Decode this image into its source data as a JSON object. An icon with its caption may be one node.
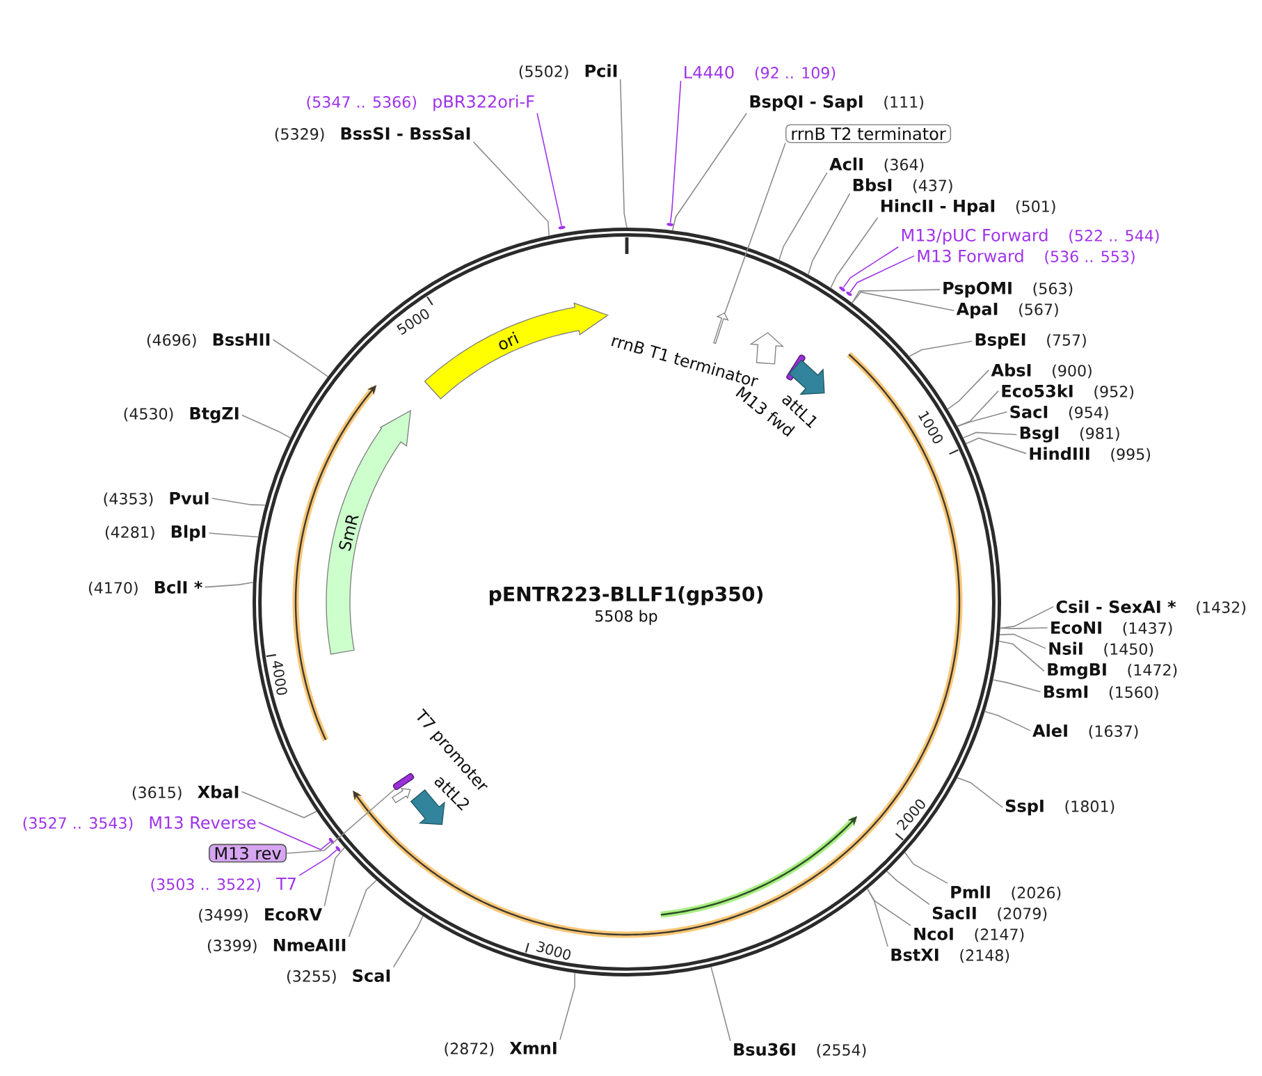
{
  "diagram": {
    "nodes": [
      {
        "text": [
          "pENTR223-BLLF1(gp350)",
          "5508 bp"
        ]
      },
      {
        "text": [
          "ori"
        ],
        "in": 0
      },
      {
        "text": [
          "rrnB T1 terminator"
        ],
        "in": 0
      },
      {
        "text": [],
        "shape": "arrow",
        "in": 0
      },
      {
        "text": [
          "M13 fwd"
        ],
        "in": 0
      },
      {
        "text": [
          "attL1"
        ],
        "in": 0
      },
      {
        "text": [
          "T7 promoter"
        ],
        "in": 0
      },
      {
        "text": [],
        "shape": "bar",
        "in": 0
      },
      {
        "text": [
          "attL2"
        ],
        "in": 0
      },
      {
        "text": [
          "SmR"
        ],
        "in": 0
      },
      {
        "text": [
          "PciI"
        ],
        "beside": [
          "(5502)"
        ]
      },
      {
        "text": [
          "L4440"
        ],
        "beside": [
          "(92 .. 109)"
        ]
      },
      {
        "text": [
          "BspQI - SapI"
        ],
        "beside": [
          "(111)"
        ]
      },
      {
        "text": [
          "rrnB T2 terminator"
        ]
      },
      {
        "text": [
          "AclI"
        ],
        "beside": [
          "(364)"
        ]
      },
      {
        "text": [
          "BbsI"
        ],
        "beside": [
          "(437)"
        ]
      },
      {
        "text": [
          "HincII - HpaI"
        ],
        "beside": [
          "(501)"
        ]
      },
      {
        "text": [
          "M13/pUC Forward"
        ],
        "beside": [
          "(522 .. 544)"
        ]
      },
      {
        "text": [
          "M13 Forward"
        ],
        "beside": [
          "(536 .. 553)"
        ]
      },
      {
        "text": [
          "PspOMI"
        ],
        "beside": [
          "(563)"
        ]
      },
      {
        "text": [
          "ApaI"
        ],
        "beside": [
          "(567)"
        ]
      },
      {
        "text": [
          "BspEI"
        ],
        "beside": [
          "(757)"
        ]
      },
      {
        "text": [
          "AbsI"
        ],
        "beside": [
          "(900)"
        ]
      },
      {
        "text": [
          "Eco53kI"
        ],
        "beside": [
          "(952)"
        ]
      },
      {
        "text": [
          "SacI"
        ],
        "beside": [
          "(954)"
        ]
      },
      {
        "text": [
          "BsgI"
        ],
        "beside": [
          "(981)"
        ]
      },
      {
        "text": [
          "HindIII"
        ],
        "beside": [
          "(995)"
        ]
      },
      {
        "text": [
          "CsiI - SexAI *"
        ],
        "beside": [
          "(1432)"
        ]
      },
      {
        "text": [
          "EcoNI"
        ],
        "beside": [
          "(1437)"
        ]
      },
      {
        "text": [
          "NsiI"
        ],
        "beside": [
          "(1450)"
        ]
      },
      {
        "text": [
          "BmgBI"
        ],
        "beside": [
          "(1472)"
        ]
      },
      {
        "text": [
          "BsmI"
        ],
        "beside": [
          "(1560)"
        ]
      },
      {
        "text": [
          "AleI"
        ],
        "beside": [
          "(1637)"
        ]
      },
      {
        "text": [
          "SspI"
        ],
        "beside": [
          "(1801)"
        ]
      },
      {
        "text": [
          "PmlI"
        ],
        "beside": [
          "(2026)"
        ]
      },
      {
        "text": [
          "SacII"
        ],
        "beside": [
          "(2079)"
        ]
      },
      {
        "text": [
          "NcoI"
        ],
        "beside": [
          "(2147)"
        ]
      },
      {
        "text": [
          "BstXI"
        ],
        "beside": [
          "(2148)"
        ]
      },
      {
        "text": [
          "Bsu36I"
        ],
        "beside": [
          "(2554)"
        ]
      },
      {
        "text": [
          "XmnI"
        ],
        "beside": [
          "(2872)"
        ]
      },
      {
        "text": [
          "ScaI"
        ],
        "beside": [
          "(3255)"
        ]
      },
      {
        "text": [
          "NmeAIII"
        ],
        "beside": [
          "(3399)"
        ]
      },
      {
        "text": [
          "EcoRV"
        ],
        "beside": [
          "(3499)"
        ]
      },
      {
        "text": [
          "T7"
        ],
        "beside": [
          "(3503 .. 3522)"
        ]
      },
      {
        "text": [
          "M13 rev"
        ]
      },
      {
        "text": [
          "M13 Reverse"
        ],
        "beside": [
          "(3527 .. 3543)"
        ]
      },
      {
        "text": [
          "XbaI"
        ],
        "beside": [
          "(3615)"
        ]
      },
      {
        "text": [
          "BclI *"
        ],
        "beside": [
          "(4170)"
        ]
      },
      {
        "text": [
          "BlpI"
        ],
        "beside": [
          "(4281)"
        ]
      },
      {
        "text": [
          "PvuI"
        ],
        "beside": [
          "(4353)"
        ]
      },
      {
        "text": [
          "BtgZI"
        ],
        "beside": [
          "(4530)"
        ]
      },
      {
        "text": [
          "BssHII"
        ],
        "beside": [
          "(4696)"
        ]
      },
      {
        "text": [
          "BssSI - BssSaI"
        ],
        "beside": [
          "(5329)"
        ]
      },
      {
        "text": [
          "pBR322ori-F"
        ],
        "beside": [
          "(5347 .. 5366)"
        ]
      },
      {
        "text": [],
        "shape": "bar"
      },
      {
        "text": [],
        "shape": "bar"
      },
      {
        "text": [],
        "shape": "bar"
      },
      {
        "text": [],
        "shape": "bar"
      },
      {
        "text": [],
        "shape": "bar"
      },
      {
        "text": [],
        "shape": "bar"
      }
    ],
    "edges": [
      {
        "from": 10,
        "to": 0,
        "arrow": "none"
      },
      {
        "from": 11,
        "to": 57,
        "arrow": "none",
        "color": "#9f33ea"
      },
      {
        "from": 12,
        "to": 0,
        "arrow": "none"
      },
      {
        "from": 13,
        "to": 3,
        "arrow": "none"
      },
      {
        "from": 14,
        "to": 0,
        "arrow": "none"
      },
      {
        "from": 15,
        "to": 0,
        "arrow": "none"
      },
      {
        "from": 16,
        "to": 0,
        "arrow": "none"
      },
      {
        "from": 17,
        "to": 58,
        "arrow": "none",
        "color": "#9f33ea"
      },
      {
        "from": 18,
        "to": 59,
        "arrow": "none",
        "color": "#9f33ea"
      },
      {
        "from": 19,
        "to": 0,
        "arrow": "none"
      },
      {
        "from": 20,
        "to": 0,
        "arrow": "none"
      },
      {
        "from": 21,
        "to": 0,
        "arrow": "none"
      },
      {
        "from": 22,
        "to": 0,
        "arrow": "none"
      },
      {
        "from": 23,
        "to": 0,
        "arrow": "none"
      },
      {
        "from": 24,
        "to": 0,
        "arrow": "none"
      },
      {
        "from": 25,
        "to": 0,
        "arrow": "none"
      },
      {
        "from": 26,
        "to": 0,
        "arrow": "none"
      },
      {
        "from": 27,
        "to": 0,
        "arrow": "none"
      },
      {
        "from": 28,
        "to": 0,
        "arrow": "none"
      },
      {
        "from": 29,
        "to": 0,
        "arrow": "none"
      },
      {
        "from": 30,
        "to": 0,
        "arrow": "none"
      },
      {
        "from": 31,
        "to": 0,
        "arrow": "none"
      },
      {
        "from": 32,
        "to": 0,
        "arrow": "none"
      },
      {
        "from": 33,
        "to": 0,
        "arrow": "none"
      },
      {
        "from": 34,
        "to": 0,
        "arrow": "none"
      },
      {
        "from": 35,
        "to": 0,
        "arrow": "none"
      },
      {
        "from": 36,
        "to": 0,
        "arrow": "none"
      },
      {
        "from": 37,
        "to": 0,
        "arrow": "none"
      },
      {
        "from": 38,
        "to": 0,
        "arrow": "none"
      },
      {
        "from": 39,
        "to": 0,
        "arrow": "none"
      },
      {
        "from": 40,
        "to": 0,
        "arrow": "none"
      },
      {
        "from": 41,
        "to": 0,
        "arrow": "none"
      },
      {
        "from": 42,
        "to": 0,
        "arrow": "none"
      },
      {
        "from": 43,
        "to": 55,
        "arrow": "none",
        "color": "#9f33ea"
      },
      {
        "from": 44,
        "to": 7,
        "arrow": "none"
      },
      {
        "from": 45,
        "to": 54,
        "arrow": "none",
        "color": "#9f33ea"
      },
      {
        "from": 46,
        "to": 0,
        "arrow": "none"
      },
      {
        "from": 47,
        "to": 0,
        "arrow": "none"
      },
      {
        "from": 48,
        "to": 0,
        "arrow": "none"
      },
      {
        "from": 49,
        "to": 0,
        "arrow": "none"
      },
      {
        "from": 50,
        "to": 0,
        "arrow": "none"
      },
      {
        "from": 51,
        "to": 0,
        "arrow": "none"
      },
      {
        "from": 52,
        "to": 0,
        "arrow": "none"
      },
      {
        "from": 53,
        "to": 56,
        "arrow": "none",
        "color": "#9f33ea"
      }
    ],
    "labels": [
      "1000",
      "2000",
      "3000",
      "4000",
      "5000"
    ]
  }
}
